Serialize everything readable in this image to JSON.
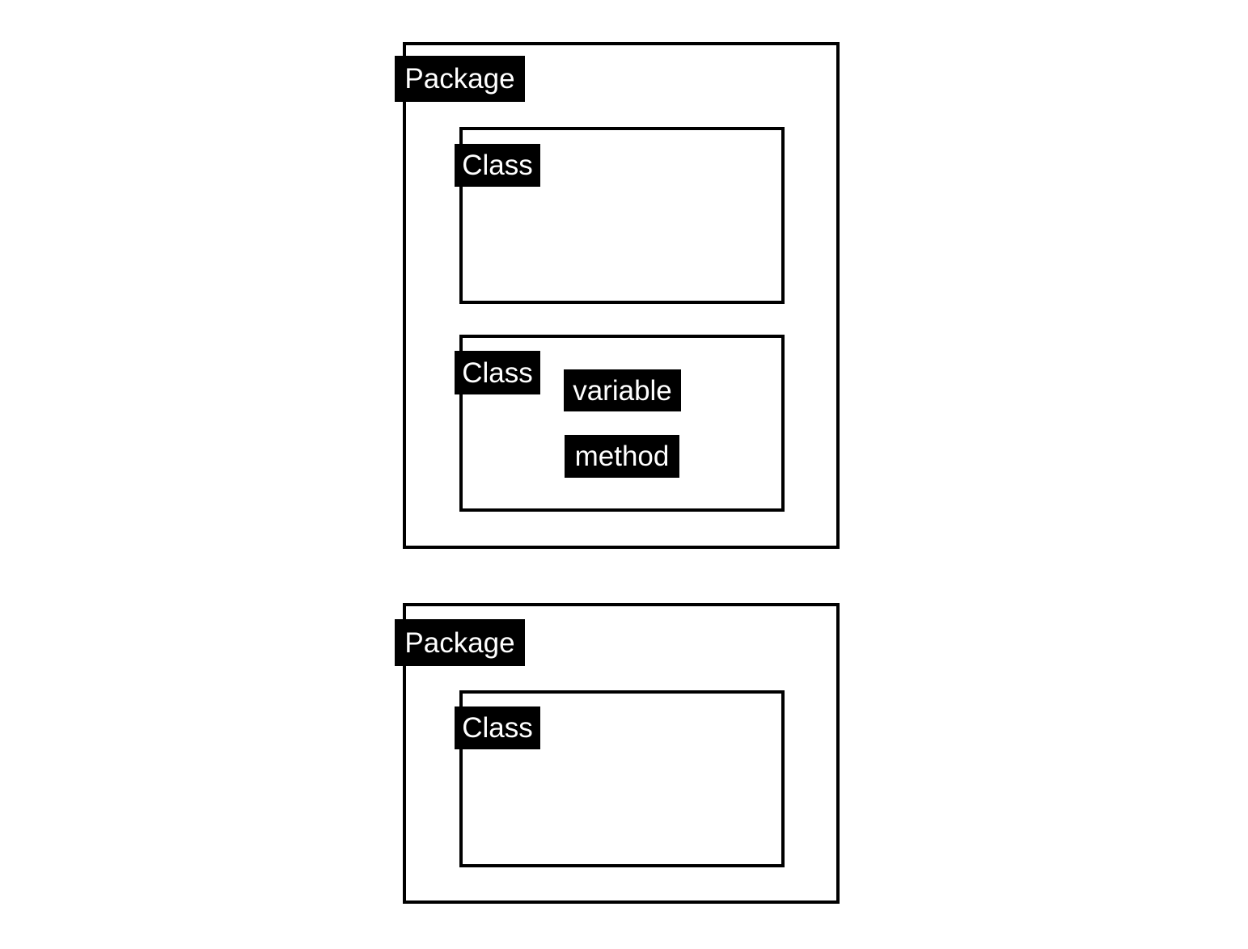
{
  "diagram": {
    "packages": [
      {
        "label": "Package",
        "classes": [
          {
            "label": "Class",
            "members": []
          },
          {
            "label": "Class",
            "members": [
              "variable",
              "method"
            ]
          }
        ]
      },
      {
        "label": "Package",
        "classes": [
          {
            "label": "Class",
            "members": []
          }
        ]
      }
    ]
  }
}
